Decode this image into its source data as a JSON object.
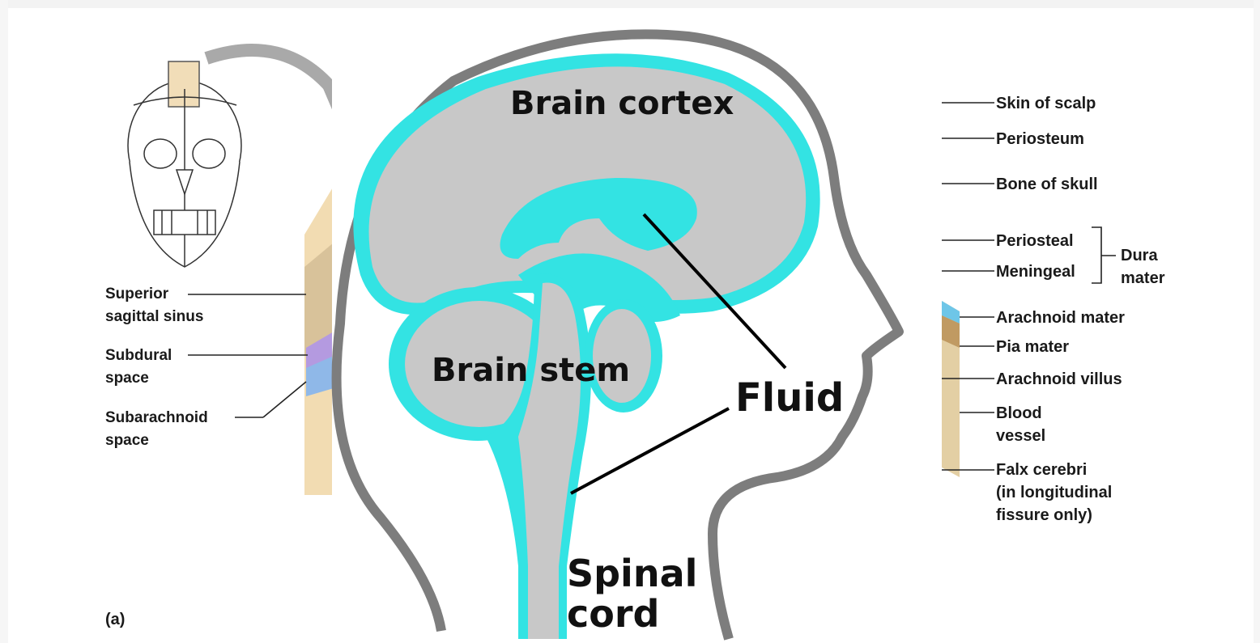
{
  "labels_left": {
    "superior_sagittal_sinus": [
      "Superior",
      "sagittal sinus"
    ],
    "subdural_space": [
      "Subdural",
      "space"
    ],
    "subarachnoid_space": [
      "Subarachnoid",
      "space"
    ],
    "panel_letter": "(a)"
  },
  "labels_right": {
    "skin_of_scalp": "Skin of scalp",
    "periosteum": "Periosteum",
    "bone_of_skull": "Bone of skull",
    "periosteal": "Periosteal",
    "meningeal": "Meningeal",
    "dura_mater": [
      "Dura",
      "mater"
    ],
    "arachnoid_mater": "Arachnoid mater",
    "pia_mater": "Pia mater",
    "arachnoid_villus": "Arachnoid villus",
    "blood_vessel": [
      "Blood",
      "vessel"
    ],
    "falx_cerebri": [
      "Falx cerebri",
      "(in longitudinal",
      "fissure only)"
    ]
  },
  "overlay": {
    "brain_cortex": "Brain cortex",
    "brain_stem": "Brain stem",
    "fluid": "Fluid",
    "spinal_cord": [
      "Spinal",
      "cord"
    ]
  },
  "colors": {
    "fluid": "#33e3e3",
    "brain": "#c8c8c8",
    "head_outline": "#7d7d7d",
    "arrow": "#a9a9a9",
    "tissue_tan": "#e8cfa1"
  }
}
